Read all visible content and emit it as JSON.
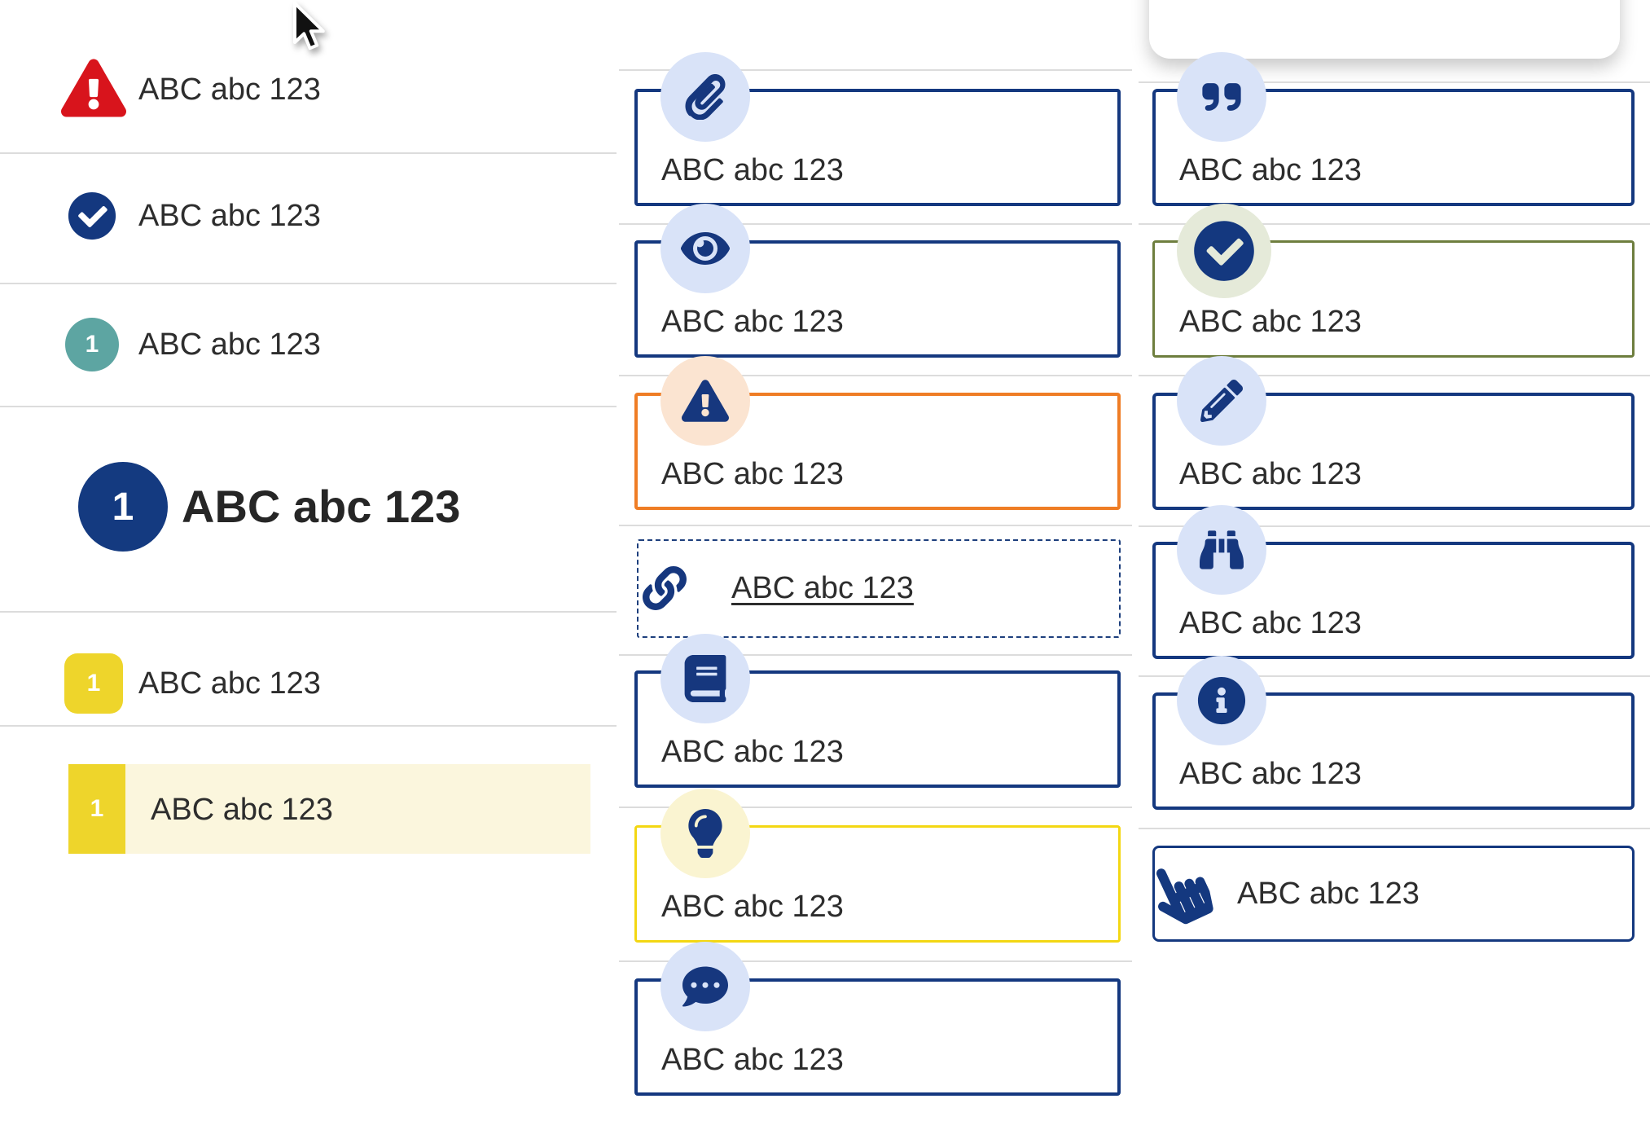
{
  "colors": {
    "navy": "#14387f",
    "light_blue_circle": "#d9e3f8",
    "red": "#d8141c",
    "teal": "#5da5a2",
    "yellow_badge": "#eed52b",
    "pale_yellow_row": "#fbf6dd",
    "orange_border": "#ef7d25",
    "peach_circle": "#fbe4d1",
    "olive_border": "#6e7e3e",
    "sage_circle": "#e5ead9",
    "yellow_border": "#f3d713",
    "pale_yellow_circle": "#faf4d1",
    "divider_grey": "#dcdcdc",
    "text": "#2d2d2d"
  },
  "left_list": {
    "items": [
      {
        "id": "alert",
        "label": "ABC abc 123"
      },
      {
        "id": "check",
        "label": "ABC abc 123"
      },
      {
        "id": "step-teal",
        "badge": "1",
        "label": "ABC abc 123"
      },
      {
        "id": "step-large",
        "badge": "1",
        "label": "ABC abc 123"
      },
      {
        "id": "step-yellow",
        "badge": "1",
        "label": "ABC abc 123"
      },
      {
        "id": "step-yellow-highlighted",
        "badge": "1",
        "label": "ABC abc 123"
      }
    ]
  },
  "middle_list": {
    "rows": [
      {
        "icon": "paperclip",
        "label": "ABC abc 123"
      },
      {
        "icon": "eye",
        "label": "ABC abc 123"
      },
      {
        "icon": "warning",
        "label": "ABC abc 123"
      },
      {
        "icon": "link",
        "label": "ABC abc 123"
      },
      {
        "icon": "book",
        "label": "ABC abc 123"
      },
      {
        "icon": "lightbulb",
        "label": "ABC abc 123"
      },
      {
        "icon": "comment-dots",
        "label": "ABC abc 123"
      }
    ]
  },
  "right_list": {
    "rows": [
      {
        "icon": "quote",
        "label": "ABC abc 123"
      },
      {
        "icon": "check",
        "label": "ABC abc 123"
      },
      {
        "icon": "pencil",
        "label": "ABC abc 123"
      },
      {
        "icon": "binoculars",
        "label": "ABC abc 123"
      },
      {
        "icon": "info",
        "label": "ABC abc 123"
      },
      {
        "icon": "hand-pointer",
        "label": "ABC abc 123"
      }
    ]
  }
}
